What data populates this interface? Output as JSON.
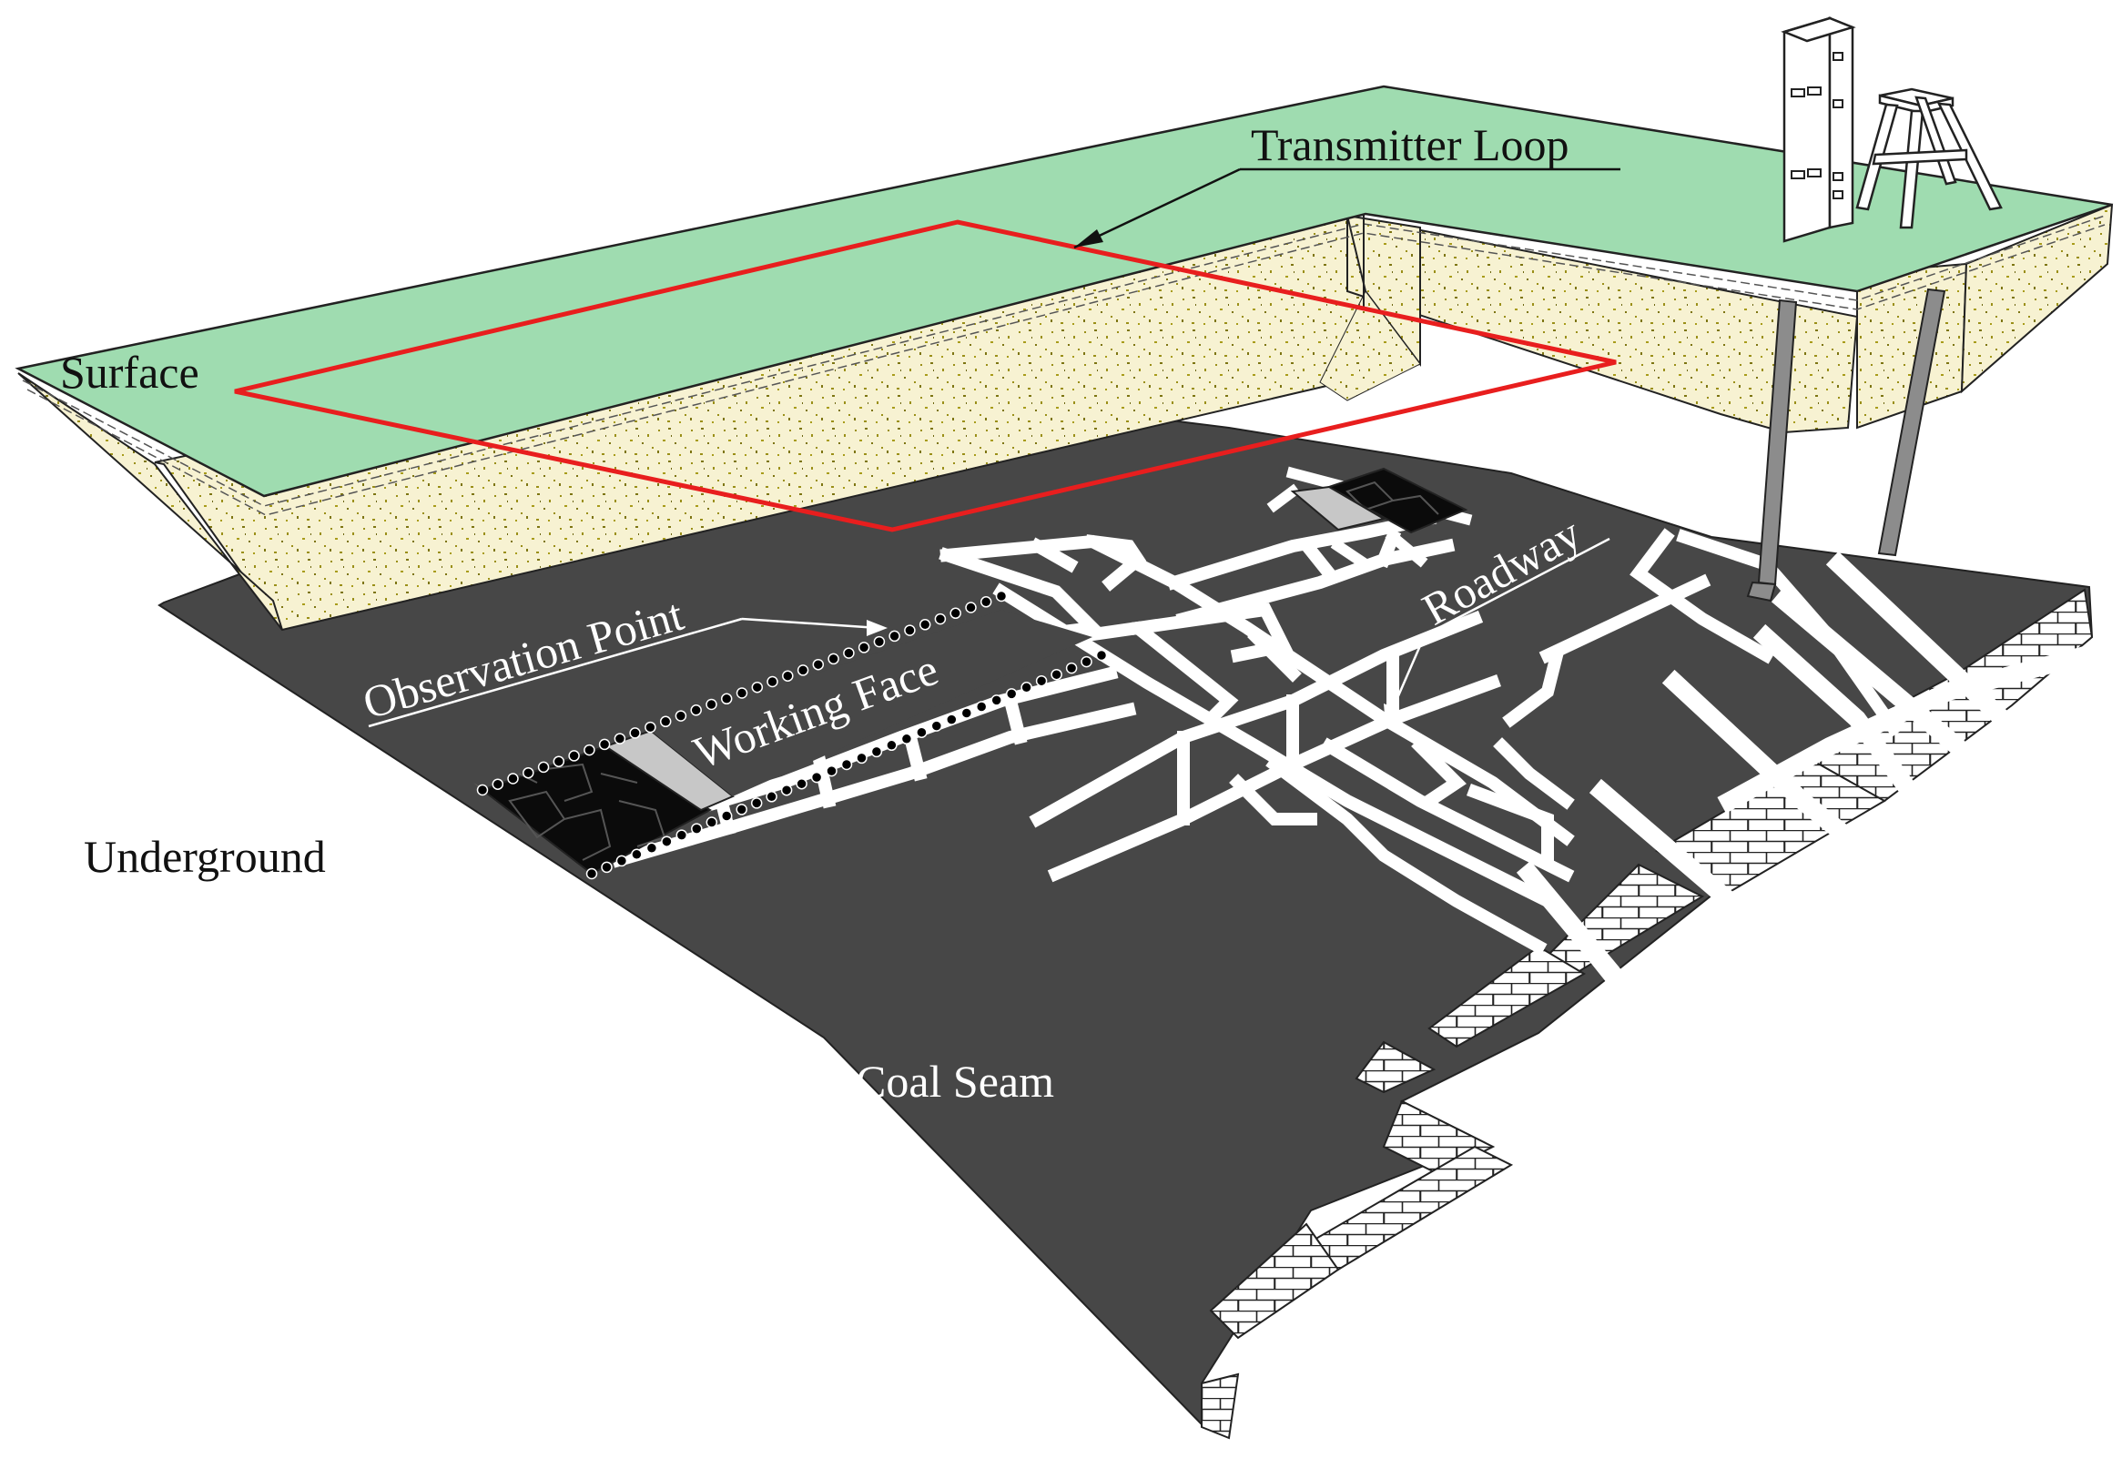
{
  "labels": {
    "transmitter_loop": "Transmitter Loop",
    "surface": "Surface",
    "observation_point": "Observation Point",
    "working_face": "Working Face",
    "roadway": "Roadway",
    "underground": "Underground",
    "coal_seam": "Coal Seam"
  },
  "colors": {
    "surface": "#9fdcb0",
    "soil": "#f7f2d2",
    "soil_speckle": "#9a8f18",
    "coal_seam": "#474747",
    "goaf": "#0b0b0b",
    "transmitter_loop": "#e81e1e",
    "road": "#ffffff",
    "brick": "#ffffff"
  },
  "icons": {
    "headframe": "mine-headframe-icon",
    "tower": "mine-tower-icon"
  }
}
